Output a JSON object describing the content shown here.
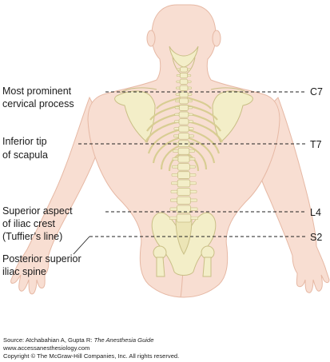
{
  "labels": {
    "c7_line1": "Most prominent",
    "c7_line2": "cervical process",
    "t7_line1": "Inferior tip",
    "t7_line2": "of scapula",
    "l4_line1": "Superior aspect",
    "l4_line2": "of iliac crest",
    "l4_line3": "(Tuffier’s line)",
    "psis_line1": "Posterior superior",
    "psis_line2": "iliac spine"
  },
  "levels": {
    "c7": "C7",
    "t7": "T7",
    "l4": "L4",
    "s2": "S2"
  },
  "source": {
    "prefix": "Source: Atchabahian A, Gupta R: ",
    "book": "The Anesthesia Guide",
    "url": "www.accessanesthesiology.com",
    "copyright": "Copyright © The McGraw-Hill Companies, Inc. All rights reserved."
  },
  "colors": {
    "skin": "#f8ded2",
    "skin_outline": "#e6b8a4",
    "bone": "#f3eec8",
    "bone_outline": "#c9bf86"
  }
}
